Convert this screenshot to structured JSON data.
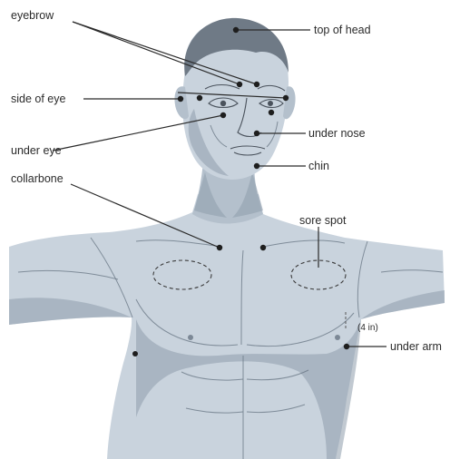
{
  "labels": {
    "eyebrow": "eyebrow",
    "top_of_head": "top of head",
    "side_of_eye": "side of eye",
    "under_nose": "under nose",
    "under_eye": "under eye",
    "chin": "chin",
    "collarbone": "collarbone",
    "sore_spot": "sore spot",
    "four_in": "(4 in)",
    "under_arm": "under arm"
  },
  "colors": {
    "skin": "#c9d3dd",
    "shadow": "#8e9cab",
    "hair": "#6f7a86",
    "text": "#2b2b2b"
  }
}
